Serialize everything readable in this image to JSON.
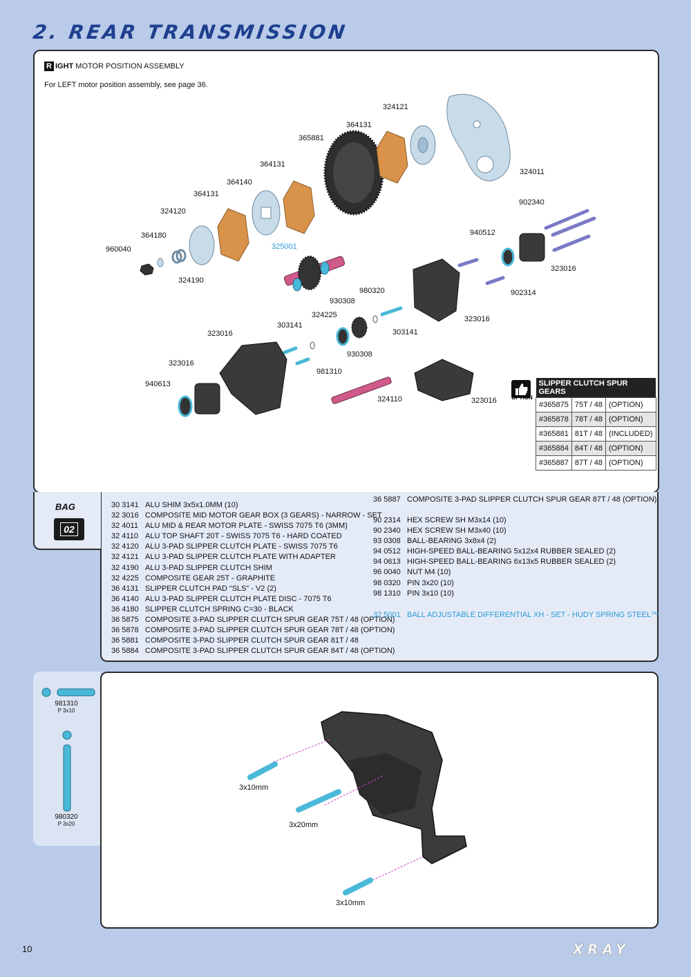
{
  "page": {
    "title": "2. REAR TRANSMISSION",
    "page_number": "10",
    "brand": "XRAY"
  },
  "assembly": {
    "heading_letter": "R",
    "heading_rest": "IGHT",
    "heading_suffix": "MOTOR POSITION ASSEMBLY",
    "note": "For LEFT motor position assembly, see page 36."
  },
  "callouts": [
    "324121",
    "364131",
    "365881",
    "364131",
    "364140",
    "364131",
    "324120",
    "364180",
    "960040",
    "325001",
    "324190",
    "324011",
    "902340",
    "940512",
    "323016",
    "902314",
    "980320",
    "930308",
    "324225",
    "303141",
    "303141",
    "323016",
    "323016",
    "930308",
    "323016",
    "981310",
    "940613",
    "324110",
    "323016"
  ],
  "option_label": "OPTION",
  "gear_table": {
    "header": "SLIPPER CLUTCH SPUR GEARS",
    "rows": [
      {
        "part": "#365875",
        "teeth": "75T / 48",
        "status": "(OPTION)"
      },
      {
        "part": "#365878",
        "teeth": "78T / 48",
        "status": "(OPTION)"
      },
      {
        "part": "#365881",
        "teeth": "81T / 48",
        "status": "(INCLUDED)"
      },
      {
        "part": "#365884",
        "teeth": "84T / 48",
        "status": "(OPTION)"
      },
      {
        "part": "#365887",
        "teeth": "87T / 48",
        "status": "(OPTION)"
      }
    ]
  },
  "bag": {
    "label": "BAG",
    "number": "02"
  },
  "parts_left": [
    {
      "code": "30 3141",
      "desc": "ALU SHIM 3x5x1.0MM (10)"
    },
    {
      "code": "32 3016",
      "desc": "COMPOSITE MID MOTOR GEAR BOX (3 GEARS) - NARROW - SET"
    },
    {
      "code": "32 4011",
      "desc": "ALU MID & REAR MOTOR PLATE - SWISS 7075 T6 (3MM)"
    },
    {
      "code": "32 4110",
      "desc": "ALU TOP SHAFT 20T - SWISS 7075 T6 - HARD COATED"
    },
    {
      "code": "32 4120",
      "desc": "ALU 3-PAD SLIPPER CLUTCH PLATE - SWISS 7075 T6"
    },
    {
      "code": "32 4121",
      "desc": "ALU 3-PAD SLIPPER CLUTCH PLATE WITH ADAPTER"
    },
    {
      "code": "32 4190",
      "desc": "ALU 3-PAD SLIPPER CLUTCH SHIM"
    },
    {
      "code": "32 4225",
      "desc": "COMPOSITE GEAR 25T - GRAPHITE"
    },
    {
      "code": "36 4131",
      "desc": "SLIPPER CLUTCH PAD “SLS” - V2 (2)"
    },
    {
      "code": "36 4140",
      "desc": "ALU 3-PAD SLIPPER CLUTCH PLATE DISC - 7075 T6"
    },
    {
      "code": "36 4180",
      "desc": "SLIPPER CLUTCH SPRING C=30 - BLACK"
    },
    {
      "code": "36 5875",
      "desc": "COMPOSITE 3-PAD SLIPPER CLUTCH SPUR GEAR 75T / 48 (OPTION)"
    },
    {
      "code": "36 5878",
      "desc": "COMPOSITE 3-PAD SLIPPER CLUTCH SPUR GEAR 78T / 48 (OPTION)"
    },
    {
      "code": "36 5881",
      "desc": "COMPOSITE 3-PAD SLIPPER CLUTCH SPUR GEAR 81T / 48"
    },
    {
      "code": "36 5884",
      "desc": "COMPOSITE 3-PAD SLIPPER CLUTCH SPUR GEAR 84T / 48 (OPTION)"
    }
  ],
  "parts_right_top": {
    "code": "36 5887",
    "desc": "COMPOSITE 3-PAD SLIPPER CLUTCH SPUR GEAR 87T / 48 (OPTION)"
  },
  "parts_right": [
    {
      "code": "90 2314",
      "desc": "HEX SCREW SH M3x14  (10)"
    },
    {
      "code": "90 2340",
      "desc": "HEX SCREW SH M3x40  (10)"
    },
    {
      "code": "93 0308",
      "desc": "BALL-BEARING 3x8x4 (2)"
    },
    {
      "code": "94 0512",
      "desc": "HIGH-SPEED BALL-BEARING 5x12x4 RUBBER SEALED  (2)"
    },
    {
      "code": "94 0613",
      "desc": "HIGH-SPEED BALL-BEARING 6x13x5 RUBBER SEALED  (2)"
    },
    {
      "code": "96 0040",
      "desc": "NUT M4  (10)"
    },
    {
      "code": "98 0320",
      "desc": "PIN 3x20  (10)"
    },
    {
      "code": "98 1310",
      "desc": "PIN 3x10  (10)"
    }
  ],
  "parts_right_special": {
    "code": "32 5001",
    "desc": "BALL ADJUSTABLE DIFFERENTIAL XH - SET - HUDY SPRING STEEL™"
  },
  "pins": [
    {
      "code": "981310",
      "size": "P 3x10"
    },
    {
      "code": "980320",
      "size": "P 3x20"
    }
  ],
  "step2_labels": [
    "3x10mm",
    "3x20mm",
    "3x10mm"
  ],
  "colors": {
    "background": "#b9cbe9",
    "title": "#1f3f8f",
    "accent_blue": "#2a9ad6",
    "pad_orange": "#d9924a",
    "pin_cyan": "#4ab8d8"
  }
}
